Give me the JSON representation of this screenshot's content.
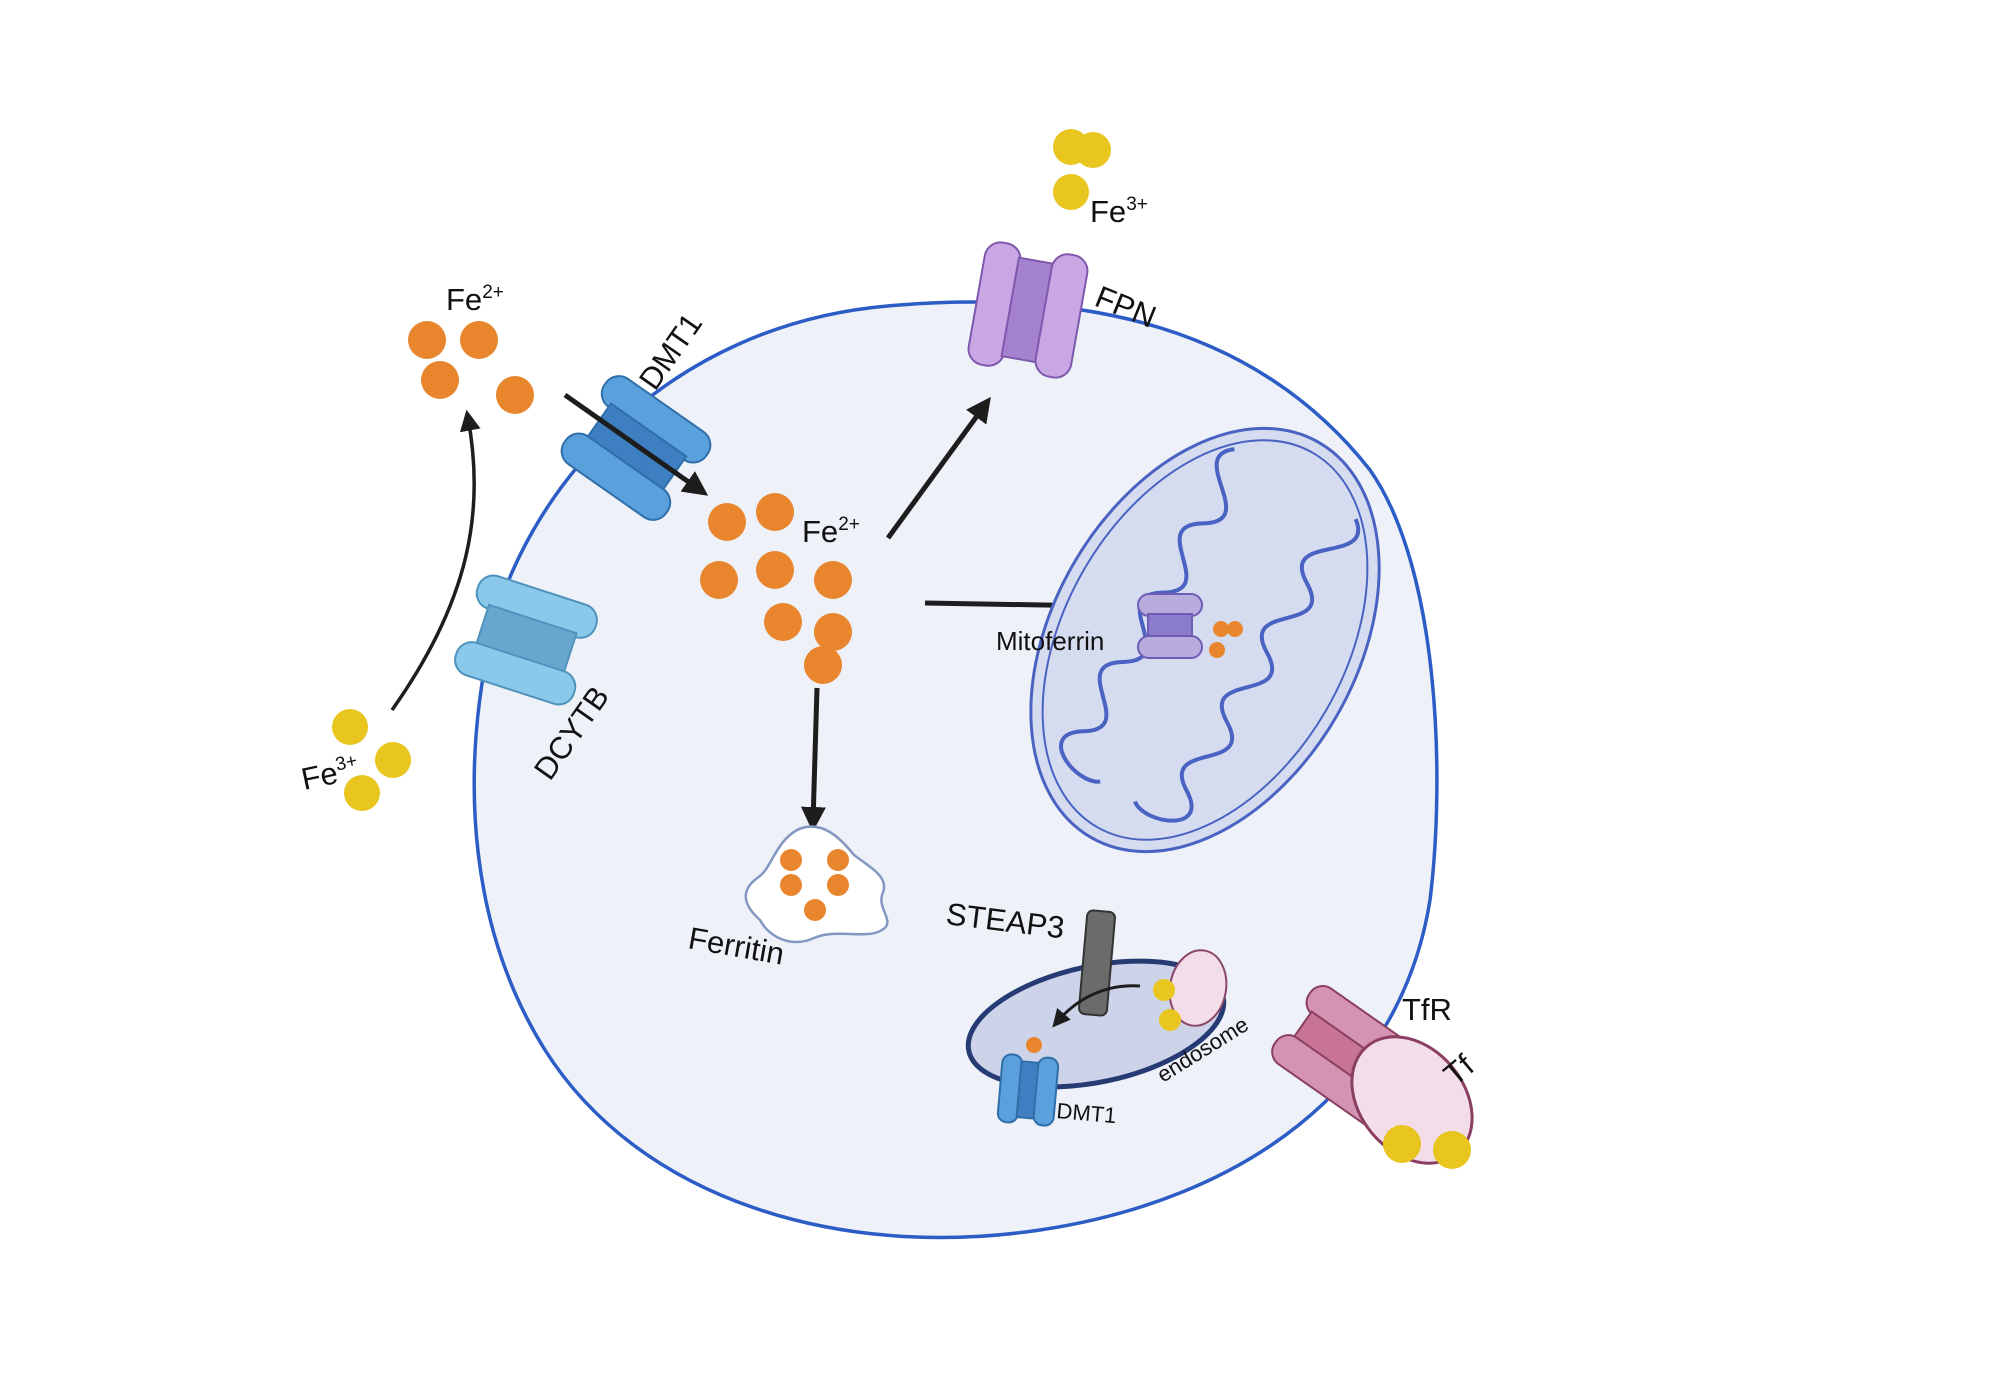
{
  "colors": {
    "cell_fill": "#eef2f8",
    "cell_stroke": "#2c5cc5",
    "fe2": "#e8852d",
    "fe3": "#e8c51f",
    "dmt1": "#5aa0dd",
    "dcytb": "#8ac9ea",
    "fpn": "#b08ad6",
    "mitochondrion": "#d6dcf0",
    "mitoferrin": "#a89ad8",
    "tfr": "#c77495",
    "tf": "#f2dde8",
    "steap3": "#6b6b6b",
    "endosome": "#cdd4ea",
    "arrow": "#1d1d1d"
  },
  "labels": {
    "fe2_out_base": "Fe",
    "fe2_out_sup": "2+",
    "fe3_left_base": "Fe",
    "fe3_left_sup": "3+",
    "fe3_top_base": "Fe",
    "fe3_top_sup": "3+",
    "fe2_cyto_base": "Fe",
    "fe2_cyto_sup": "2+",
    "dmt1": "DMT1",
    "dcytb": "DCYTB",
    "fpn": "FPN",
    "mitoferrin": "Mitoferrin",
    "ferritin": "Ferritin",
    "steap3": "STEAP3",
    "endosome": "endosome",
    "dmt1_endosome": "DMT1",
    "tfr": "TfR",
    "tf": "Tf"
  },
  "icons": [
    "dmt1-channel-icon",
    "dcytb-channel-icon",
    "fpn-channel-icon",
    "mitochondrion-icon",
    "mitoferrin-channel-icon",
    "ferritin-icon",
    "endosome-icon",
    "steap3-icon",
    "tfr-receptor-icon",
    "tf-protein-icon"
  ]
}
